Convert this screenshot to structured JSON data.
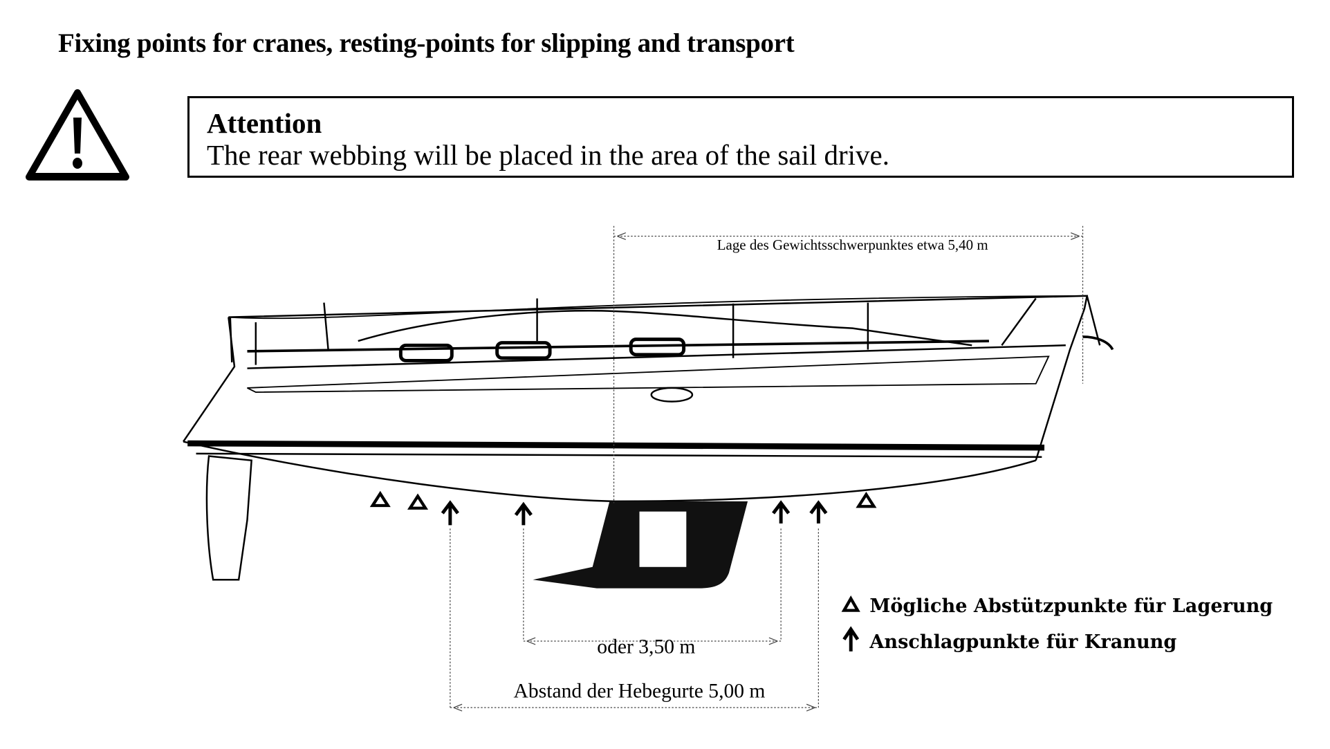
{
  "title": "Fixing points for cranes, resting-points for slipping and transport",
  "notice": {
    "heading": "Attention",
    "text": "The rear webbing will be placed in the area of the sail drive."
  },
  "diagram": {
    "center_of_gravity": "Lage des Gewichtsschwerpunktes etwa 5,40 m",
    "alt_distance": "oder 3,50 m",
    "strap_distance": "Abstand der Hebegurte 5,00 m"
  },
  "legend": [
    {
      "icon": "triangle-icon",
      "label": "Mögliche Abstützpunkte für Lagerung"
    },
    {
      "icon": "arrow-up-icon",
      "label": "Anschlagpunkte für Kranung"
    }
  ]
}
